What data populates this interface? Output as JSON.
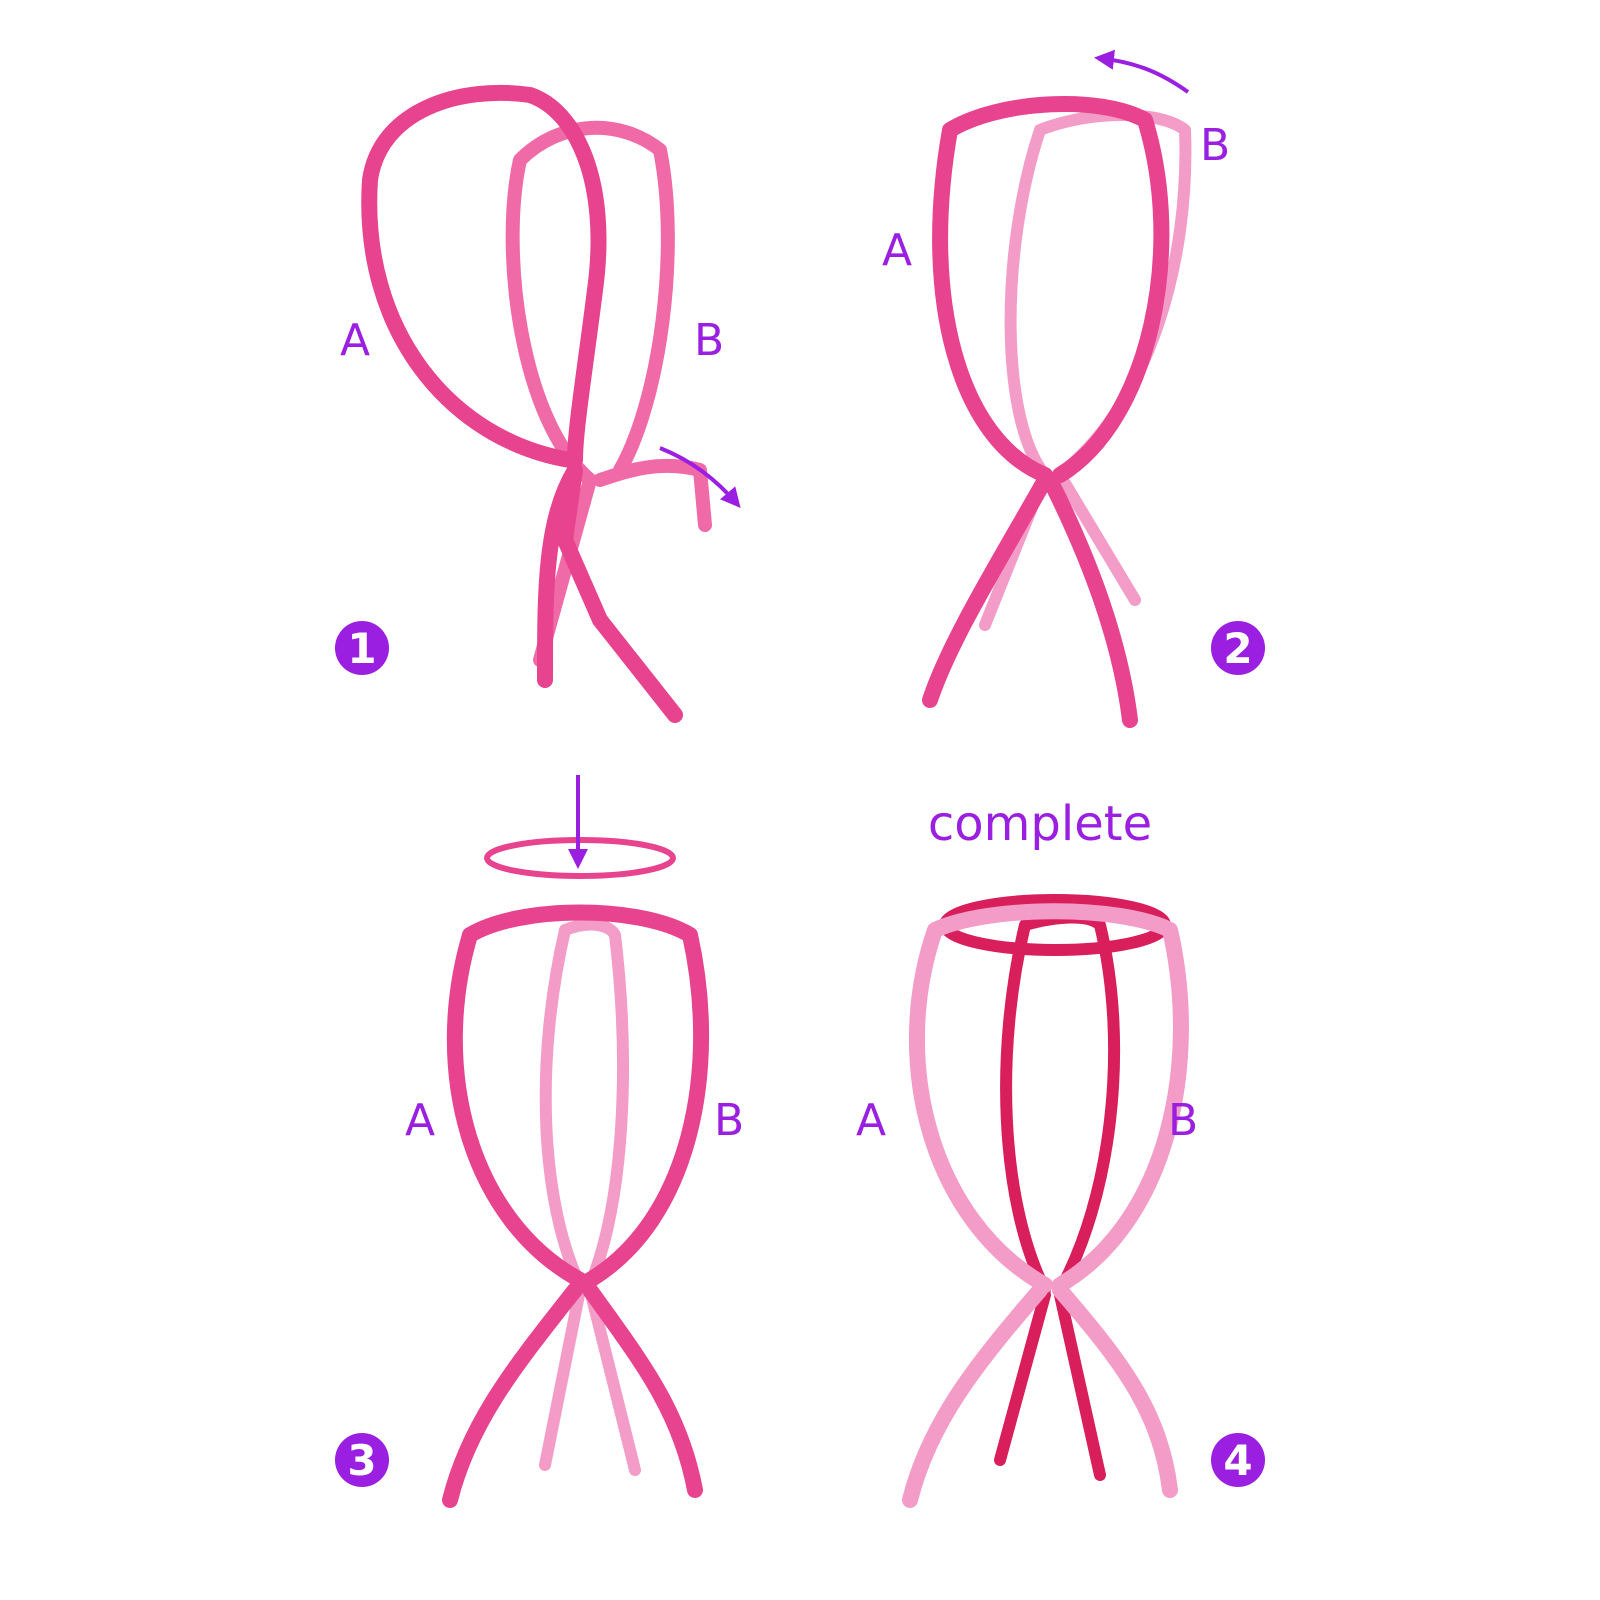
{
  "colors": {
    "accent": "#9b1fe0",
    "stand_dark": "#e8438f",
    "stand_light": "#f39cc7",
    "stand_mid": "#f06aa8",
    "stand_deep": "#d81e5b"
  },
  "steps": [
    {
      "number": "1",
      "label_a": "A",
      "label_b": "B"
    },
    {
      "number": "2",
      "label_a": "A",
      "label_b": "B"
    },
    {
      "number": "3",
      "label_a": "A",
      "label_b": "B"
    },
    {
      "number": "4",
      "label_a": "A",
      "label_b": "B",
      "caption": "complete"
    }
  ]
}
